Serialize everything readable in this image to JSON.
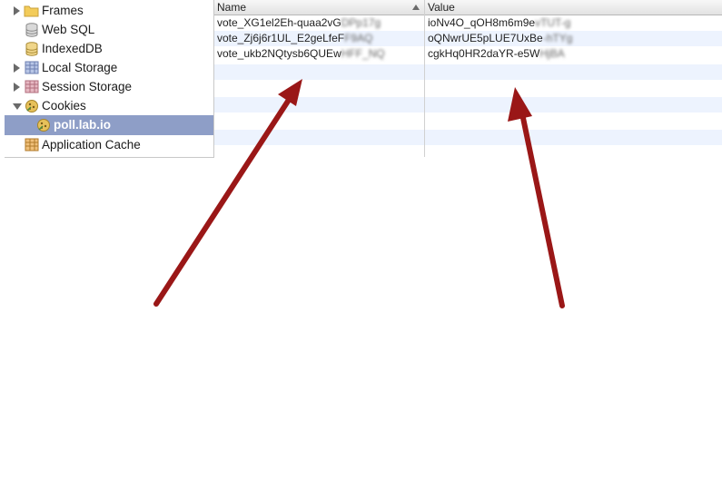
{
  "sidebar": {
    "items": [
      {
        "label": "Frames",
        "icon": "folder-icon"
      },
      {
        "label": "Web SQL",
        "icon": "database-icon"
      },
      {
        "label": "IndexedDB",
        "icon": "database-icon"
      },
      {
        "label": "Local Storage",
        "icon": "grid-icon"
      },
      {
        "label": "Session Storage",
        "icon": "grid-icon"
      },
      {
        "label": "Cookies",
        "icon": "cookie-icon"
      },
      {
        "label": "poll.lab.io",
        "icon": "cookie-icon"
      },
      {
        "label": "Application Cache",
        "icon": "grid-icon"
      }
    ]
  },
  "table": {
    "columns": [
      "Name",
      "Value"
    ],
    "rows": [
      {
        "name": "vote_XG1el2Eh-quaa2vG",
        "name_blur": "DPp17g",
        "value": "ioNv4O_qOH8m6m9e",
        "value_blur": "vTUT-g"
      },
      {
        "name": "vote_Zj6j6r1UL_E2geLfeF",
        "name_blur": "F9AQ",
        "value": "oQNwrUE5pLUE7UxBe",
        "value_blur": "-hTYg"
      },
      {
        "name": "vote_ukb2NQtysb6QUEw",
        "name_blur": "HFF_NQ",
        "value": "cgkHq0HR2daYR-e5W",
        "value_blur": "HjBA"
      }
    ]
  },
  "colors": {
    "arrow": "#9a1717",
    "selection": "#8e9ec7",
    "row_alt": "#edf3fe"
  }
}
